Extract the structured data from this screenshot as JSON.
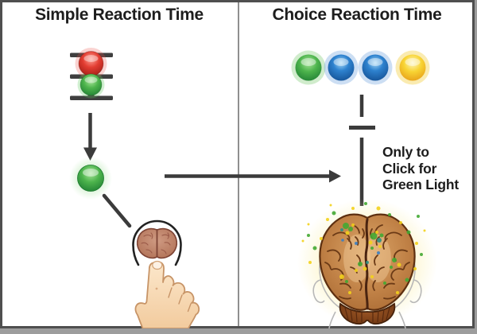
{
  "header": {
    "left_title": "Simple Reaction Time",
    "right_title": "Choice Reaction Time"
  },
  "left_panel": {
    "traffic_light_colors": [
      "red",
      "green"
    ],
    "stimulus_light": "green"
  },
  "right_panel": {
    "choice_lights": [
      "green",
      "blue",
      "blue",
      "yellow"
    ],
    "note_lines": [
      "Only to",
      "Click for",
      "Green Light"
    ]
  },
  "colors": {
    "red": "#d93030",
    "green": "#3fae4a",
    "blue": "#2a7fc9",
    "yellow": "#f4c728",
    "arrow": "#3b3b3b",
    "frame_border": "#4f4f4f",
    "panel_divider": "#8f8f8f",
    "sparkle_colors": [
      "#f3d21b",
      "#43a832",
      "#2c8f83",
      "#3b7ec2"
    ]
  }
}
